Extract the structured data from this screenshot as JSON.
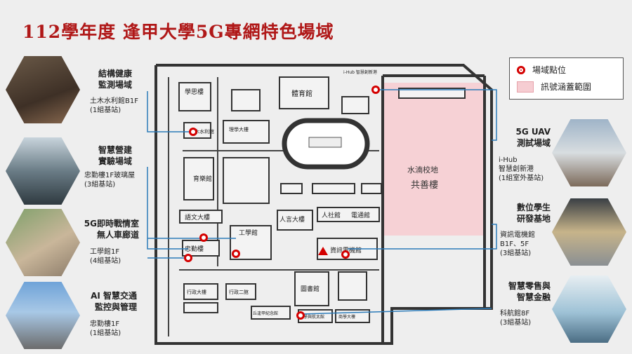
{
  "title": "112學年度  逢甲大學5G專網特色場域",
  "legend": {
    "site_label": "場域點位",
    "coverage_label": "訊號涵蓋範圍"
  },
  "colors": {
    "accent": "#b01818",
    "site_marker": "#d40000",
    "coverage": "#f6cdd2",
    "connector": "#2b7bb9",
    "road": "#333333"
  },
  "sites": [
    {
      "name": "結構健康\n監測場域",
      "detail": "土木水利館B1F\n(1組基站)"
    },
    {
      "name": "智慧營建\n實驗場域",
      "detail": "忠勤樓1F玻璃屋\n(3組基站)"
    },
    {
      "name": "5G即時戰情室\n無人車廊道",
      "detail": "工學館1F\n(4組基站)"
    },
    {
      "name": "AI 智慧交通\n監控與管理",
      "detail": "忠勤樓1F\n(1組基站)"
    },
    {
      "name": "5G UAV\n測試場域",
      "detail": "i-Hub\n智慧創新港\n(1組室外基站)"
    },
    {
      "name": "數位學生\n研發基地",
      "detail": "資訊電機館\nB1F、5F\n(3組基站)"
    },
    {
      "name": "智慧零售與\n智慧金融",
      "detail": "科航館8F\n(3組基站)"
    }
  ],
  "map": {
    "big_building_1": "水湳校地",
    "big_building_2": "共善樓",
    "buildings": [
      "學思樓",
      "體育館",
      "土木水利館",
      "育樂館",
      "語文大樓",
      "人言大樓",
      "人社館",
      "電通館",
      "工學館",
      "忠勤樓",
      "資訊電機館",
      "圖書館",
      "行政大樓",
      "行政二館",
      "丘逢甲紀念館",
      "科學與航太館",
      "商學大樓",
      "理學大樓",
      "i-Hub 智慧創新港"
    ]
  }
}
